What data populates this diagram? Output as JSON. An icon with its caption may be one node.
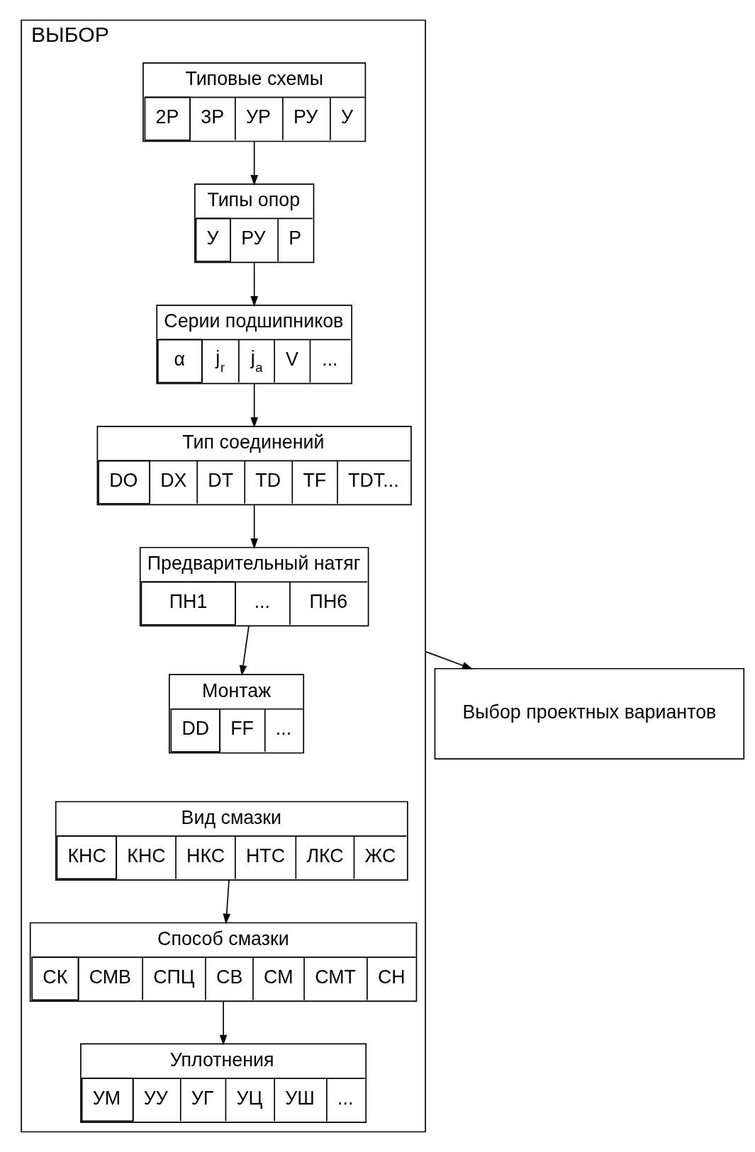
{
  "diagram": {
    "nodes": [
      {
        "text": [
          "ВЫБОР"
        ]
      },
      {
        "text": [
          "Типовые схемы",
          "2Р",
          "3Р",
          "УР",
          "РУ",
          "У"
        ],
        "in": 0
      },
      {
        "text": [
          "Типы опор",
          "У",
          "РУ",
          "Р"
        ],
        "in": 0
      },
      {
        "text": [
          "Серии подшипников",
          "α",
          "j$_{r}$",
          "j$_{a}$",
          "V",
          "..."
        ],
        "in": 0
      },
      {
        "text": [
          "Тип соединений",
          "DO",
          "DX",
          "DT",
          "TD",
          "TF",
          "TDT..."
        ],
        "in": 0
      },
      {
        "text": [
          "Предварительный натяг",
          "ПН1",
          "...",
          "ПН6"
        ],
        "in": 0
      },
      {
        "text": [
          "Монтаж",
          "DD",
          "FF",
          "..."
        ],
        "in": 0
      },
      {
        "text": [
          "Вид смазки",
          "КНС",
          "КНС",
          "НКС",
          "НТС",
          "ЛКС",
          "ЖС"
        ],
        "in": 0
      },
      {
        "text": [
          "Способ смазки",
          "СК",
          "СМВ",
          "СПЦ",
          "СВ",
          "СМ",
          "СМТ",
          "СН"
        ],
        "in": 0
      },
      {
        "text": [
          "Уплотнения",
          "УМ",
          "УУ",
          "УГ",
          "УЦ",
          "УШ",
          "..."
        ],
        "in": 0
      },
      {
        "text": [
          "Выбор проектных вариантов"
        ]
      }
    ],
    "edges": [
      {
        "from": 1,
        "to": 2,
        "arrow": "to"
      },
      {
        "from": 2,
        "to": 3,
        "arrow": "to"
      },
      {
        "from": 3,
        "to": 4,
        "arrow": "to"
      },
      {
        "from": 4,
        "to": 5,
        "arrow": "to"
      },
      {
        "from": 5,
        "to": 6,
        "arrow": "to"
      },
      {
        "from": 7,
        "to": 8,
        "arrow": "to"
      },
      {
        "from": 8,
        "to": 9,
        "arrow": "to"
      },
      {
        "from": 0,
        "to": 10,
        "arrow": "to"
      }
    ]
  }
}
